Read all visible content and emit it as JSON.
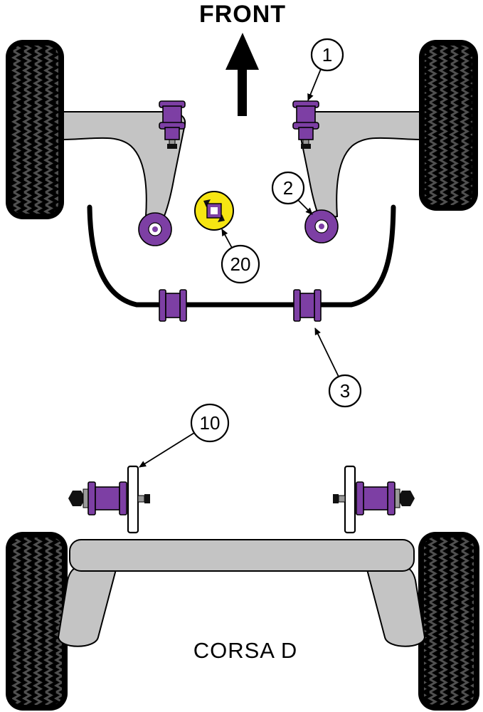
{
  "diagram": {
    "front_label": "FRONT",
    "model_label": "CORSA D",
    "callouts": {
      "front_top_mount": {
        "number": "1"
      },
      "front_arm_rear_bush": {
        "number": "2"
      },
      "anti_roll_bar_bush": {
        "number": "3"
      },
      "rear_beam_mount": {
        "number": "10"
      },
      "front_arm_insert": {
        "number": "20"
      }
    },
    "colors": {
      "bush_purple": "#7d3fa4",
      "insert_yellow": "#f6e513",
      "metal_gray": "#c4c4c4",
      "tire_black": "#000000",
      "tread_gray": "#505050"
    }
  }
}
